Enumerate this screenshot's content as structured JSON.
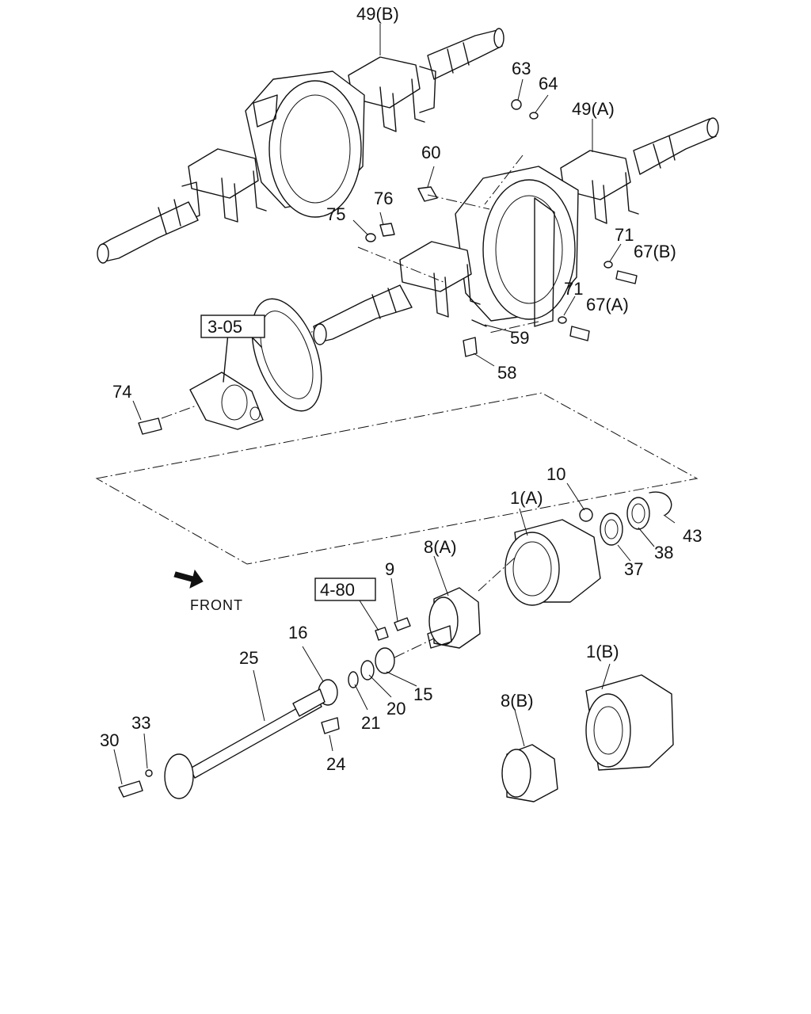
{
  "callouts": [
    {
      "id": "p49b",
      "text": "49(B)"
    },
    {
      "id": "p63",
      "text": "63"
    },
    {
      "id": "p64",
      "text": "64"
    },
    {
      "id": "p49a",
      "text": "49(A)"
    },
    {
      "id": "p60",
      "text": "60"
    },
    {
      "id": "p76",
      "text": "76"
    },
    {
      "id": "p75",
      "text": "75"
    },
    {
      "id": "p71a",
      "text": "71"
    },
    {
      "id": "p67b",
      "text": "67(B)"
    },
    {
      "id": "p71b",
      "text": "71"
    },
    {
      "id": "p67a",
      "text": "67(A)"
    },
    {
      "id": "p305",
      "text": "3-05"
    },
    {
      "id": "p59",
      "text": "59"
    },
    {
      "id": "p58",
      "text": "58"
    },
    {
      "id": "p74",
      "text": "74"
    },
    {
      "id": "p10",
      "text": "10"
    },
    {
      "id": "p1a",
      "text": "1(A)"
    },
    {
      "id": "p43",
      "text": "43"
    },
    {
      "id": "p8a",
      "text": "8(A)"
    },
    {
      "id": "p38",
      "text": "38"
    },
    {
      "id": "p37",
      "text": "37"
    },
    {
      "id": "p9",
      "text": "9"
    },
    {
      "id": "p480",
      "text": "4-80"
    },
    {
      "id": "p16",
      "text": "16"
    },
    {
      "id": "p25",
      "text": "25"
    },
    {
      "id": "p15",
      "text": "15"
    },
    {
      "id": "p20",
      "text": "20"
    },
    {
      "id": "p1b",
      "text": "1(B)"
    },
    {
      "id": "p21",
      "text": "21"
    },
    {
      "id": "p8b",
      "text": "8(B)"
    },
    {
      "id": "p33",
      "text": "33"
    },
    {
      "id": "p30",
      "text": "30"
    },
    {
      "id": "p24",
      "text": "24"
    }
  ],
  "front_label": "FRONT"
}
